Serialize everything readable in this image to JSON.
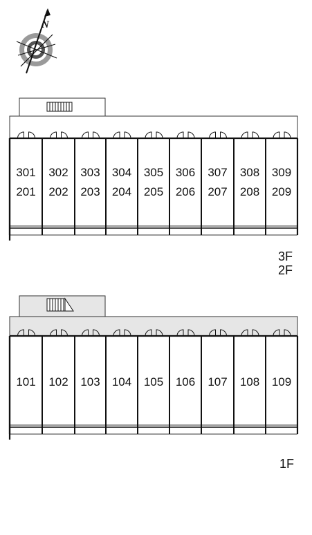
{
  "compass": {
    "north_label": "N",
    "icon": "compass-icon"
  },
  "upper_block": {
    "rows": [
      [
        "301",
        "302",
        "303",
        "304",
        "305",
        "306",
        "307",
        "308",
        "309"
      ],
      [
        "201",
        "202",
        "203",
        "204",
        "205",
        "206",
        "207",
        "208",
        "209"
      ]
    ],
    "floor_labels": [
      "3F",
      "2F"
    ]
  },
  "lower_block": {
    "rows": [
      [
        "101",
        "102",
        "103",
        "104",
        "105",
        "106",
        "107",
        "108",
        "109"
      ]
    ],
    "floor_labels": [
      "1F"
    ]
  },
  "colors": {
    "corridor": "#e6e6e6",
    "wall": "#111111",
    "thin_line": "#333333"
  }
}
